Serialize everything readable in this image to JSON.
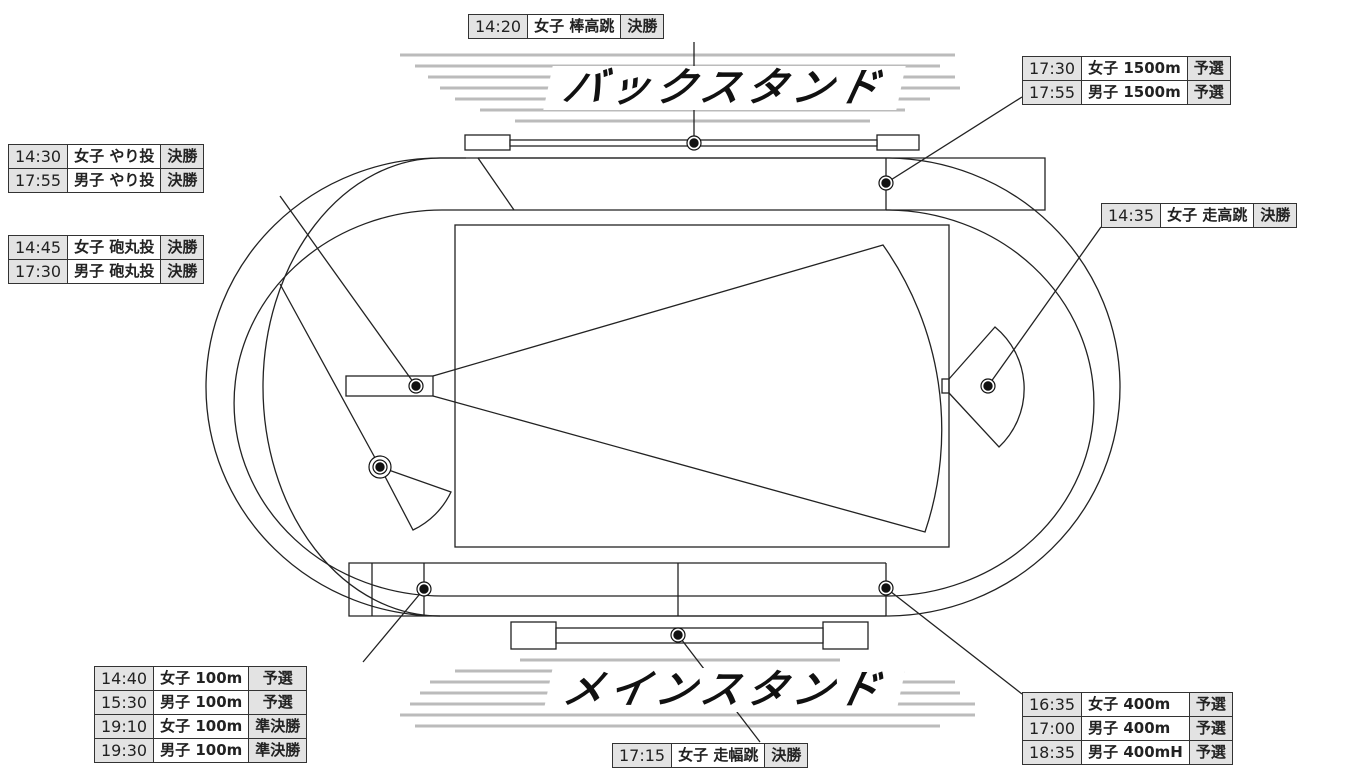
{
  "stands": {
    "back": "バックスタンド",
    "main": "メインスタンド"
  },
  "pole_vault": [
    {
      "time": "14:20",
      "event": "女子 棒高跳",
      "round": "決勝"
    }
  ],
  "m1500": [
    {
      "time": "17:30",
      "event": "女子 1500m",
      "round": "予選"
    },
    {
      "time": "17:55",
      "event": "男子 1500m",
      "round": "予選"
    }
  ],
  "javelin": [
    {
      "time": "14:30",
      "event": "女子 やり投",
      "round": "決勝"
    },
    {
      "time": "17:55",
      "event": "男子 やり投",
      "round": "決勝"
    }
  ],
  "shot_put": [
    {
      "time": "14:45",
      "event": "女子 砲丸投",
      "round": "決勝"
    },
    {
      "time": "17:30",
      "event": "男子 砲丸投",
      "round": "決勝"
    }
  ],
  "high_jump": [
    {
      "time": "14:35",
      "event": "女子 走高跳",
      "round": "決勝"
    }
  ],
  "m100": [
    {
      "time": "14:40",
      "event": "女子 100m",
      "round": "予選"
    },
    {
      "time": "15:30",
      "event": "男子 100m",
      "round": "予選"
    },
    {
      "time": "19:10",
      "event": "女子 100m",
      "round": "準決勝"
    },
    {
      "time": "19:30",
      "event": "男子 100m",
      "round": "準決勝"
    }
  ],
  "long_jump": [
    {
      "time": "17:15",
      "event": "女子 走幅跳",
      "round": "決勝"
    }
  ],
  "m400": [
    {
      "time": "16:35",
      "event": "女子 400m",
      "round": "予選"
    },
    {
      "time": "17:00",
      "event": "男子 400m",
      "round": "予選"
    },
    {
      "time": "18:35",
      "event": "男子 400mH",
      "round": "予選"
    }
  ]
}
